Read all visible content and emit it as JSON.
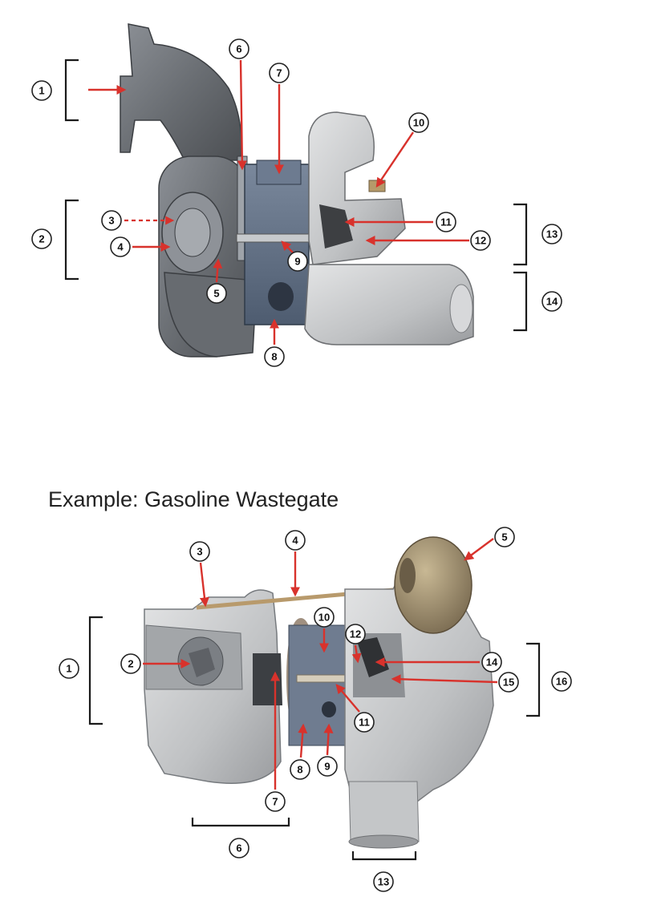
{
  "top_diagram": {
    "callouts": [
      "1",
      "2",
      "3",
      "4",
      "5",
      "6",
      "7",
      "8",
      "9",
      "10",
      "11",
      "12",
      "13",
      "14"
    ]
  },
  "bottom_diagram": {
    "title": "Example: Gasoline Wastegate",
    "callouts": [
      "1",
      "2",
      "3",
      "4",
      "5",
      "6",
      "7",
      "8",
      "9",
      "10",
      "11",
      "12",
      "13",
      "14",
      "15",
      "16"
    ]
  },
  "colors": {
    "arrow": "#d8322c",
    "turbine_housing": "#6f7378",
    "center_housing": "#5f6f86",
    "compressor_housing": "#c9cbcd",
    "actuator": "#9b8a6c"
  }
}
